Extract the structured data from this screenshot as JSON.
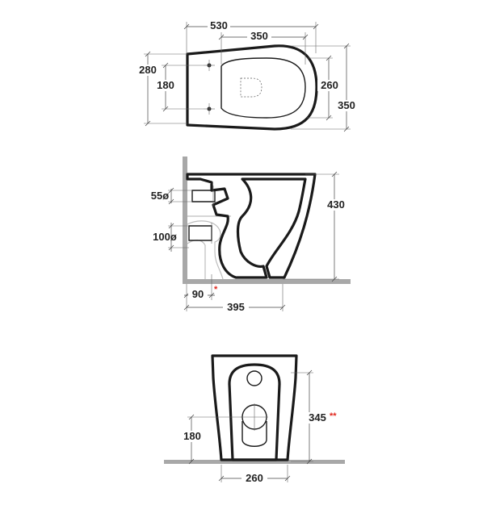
{
  "top_view": {
    "overall_width": "530",
    "seat_width": "350",
    "overall_depth": "280",
    "fixing_spacing": "180",
    "inner_depth": "260",
    "outer_depth": "350"
  },
  "side_view": {
    "height": "430",
    "inlet_diameter": "55ø",
    "outlet_diameter": "100ø",
    "outlet_offset": "90",
    "outlet_offset_note": "*",
    "depth_to_outlet": "395"
  },
  "rear_view": {
    "height": "345",
    "height_note": "**",
    "outlet_height": "180",
    "base_width": "260"
  }
}
